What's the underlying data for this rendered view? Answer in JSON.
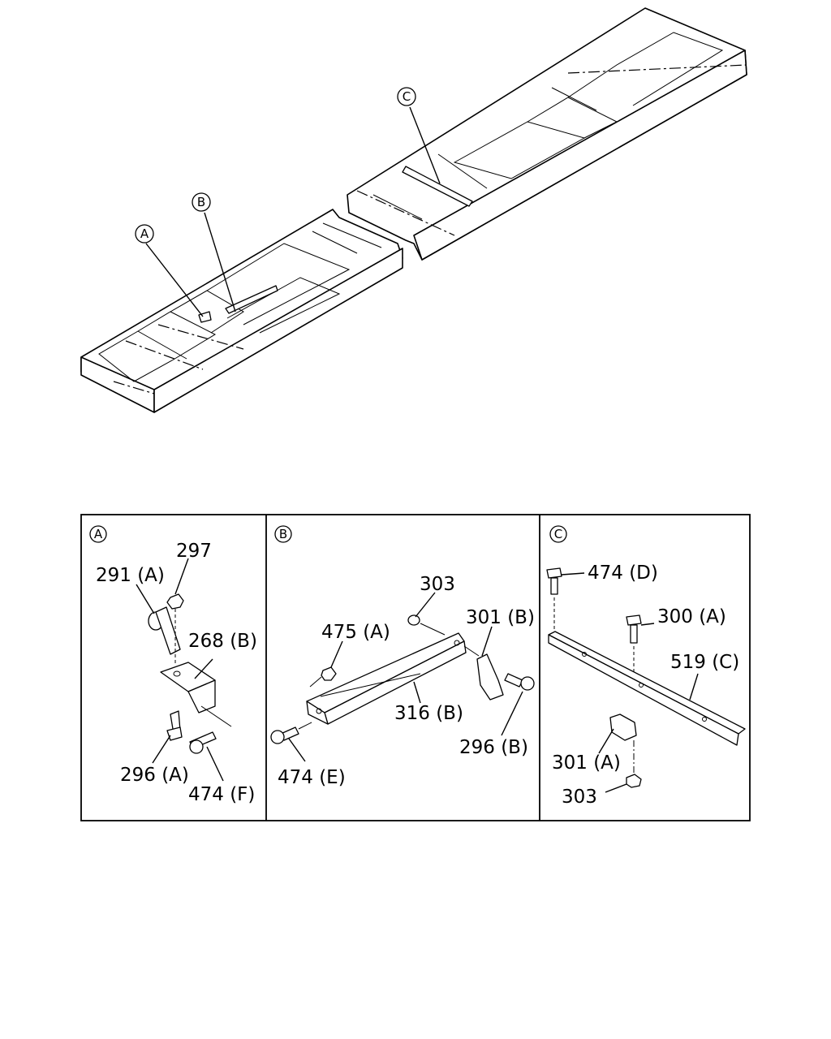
{
  "callouts": {
    "a": "A",
    "b": "B",
    "c": "C"
  },
  "panels": {
    "a": {
      "marker": "A",
      "labels": {
        "p297": "297",
        "p291a": "291 (A)",
        "p268b": "268 (B)",
        "p296a": "296 (A)",
        "p474f": "474 (F)"
      }
    },
    "b": {
      "marker": "B",
      "labels": {
        "p303": "303",
        "p475a": "475 (A)",
        "p301b": "301 (B)",
        "p316b": "316 (B)",
        "p474e": "474 (E)",
        "p296b": "296 (B)"
      }
    },
    "c": {
      "marker": "C",
      "labels": {
        "p474d": "474 (D)",
        "p300a": "300 (A)",
        "p519c": "519 (C)",
        "p301a": "301 (A)",
        "p303": "303"
      }
    }
  }
}
